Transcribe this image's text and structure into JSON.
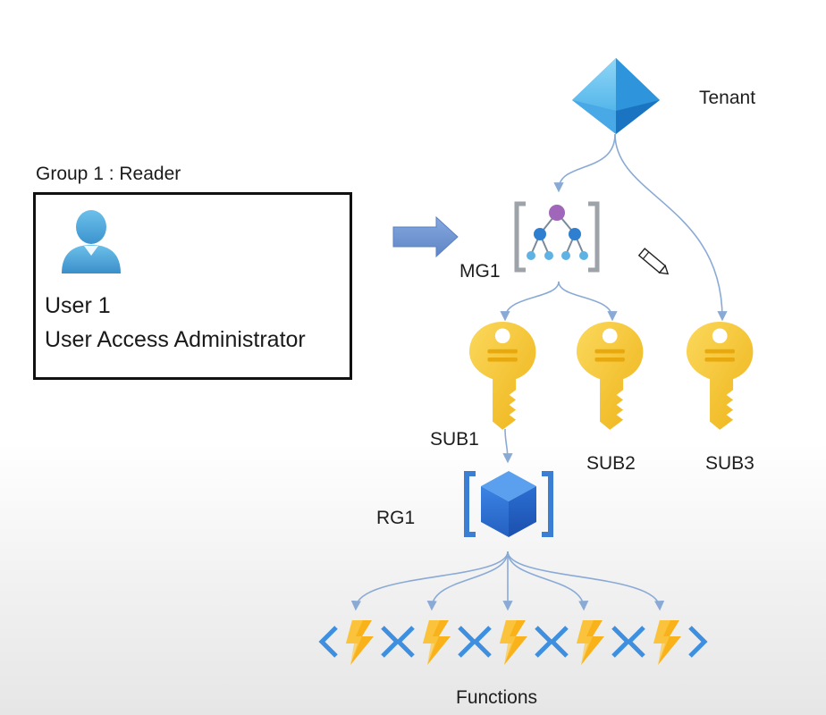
{
  "group": {
    "title": "Group 1 : Reader",
    "user_name": "User 1",
    "user_role": "User Access Administrator"
  },
  "hierarchy": {
    "tenant_label": "Tenant",
    "mg_label": "MG1",
    "subscriptions": [
      "SUB1",
      "SUB2",
      "SUB3"
    ],
    "rg_label": "RG1",
    "functions_label": "Functions",
    "function_count": 5
  },
  "icons": {
    "tenant": "azure-active-directory-icon",
    "management_group": "management-group-icon",
    "subscription": "subscription-key-icon",
    "resource_group": "resource-group-cube-icon",
    "function": "function-app-icon",
    "user": "user-icon",
    "arrow": "right-arrow-icon",
    "cursor": "pencil-cursor-icon"
  },
  "colors": {
    "connector": "#8aaad6",
    "arrow_fill": "#6f93cf",
    "key_gold": "#f5c231",
    "cube_blue": "#2f73d6",
    "user_blue": "#5aa9dd",
    "mg_purple": "#a066b9",
    "function_yellow": "#f9b21a"
  }
}
